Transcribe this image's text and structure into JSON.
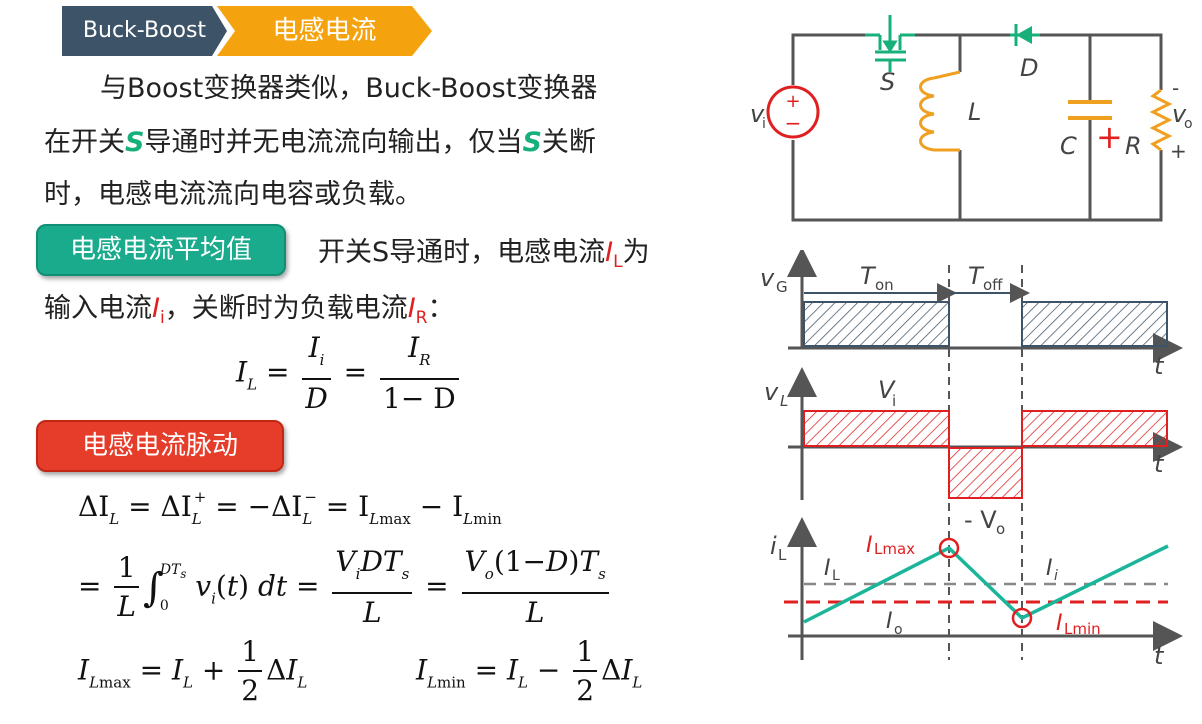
{
  "header": {
    "tag_topic": "Buck-Boost",
    "tag_title": "电感电流"
  },
  "intro": {
    "line1": "与Boost变换器类似，Buck-Boost变换器",
    "line2_a": "在开关",
    "line2_s1": "S",
    "line2_b": "导通时并无电流流向输出，仅当",
    "line2_s2": "S",
    "line2_c": "关断",
    "line3": "时，电感电流流向电容或负载。"
  },
  "avg": {
    "pill": "电感电流平均值",
    "text_a": "开关S导通时，电感电流",
    "il_I": "I",
    "il_sub": "L",
    "text_b": "为",
    "line2_a": "输入电流",
    "ii_I": "I",
    "ii_sub": "i",
    "line2_b": "，关断时为负载电流",
    "ir_I": "I",
    "ir_sub": "R",
    "line2_c": "："
  },
  "formula1": {
    "lhs": "I",
    "lhs_sub": "L",
    "eq": "=",
    "f1_num": "I",
    "f1_num_sub": "i",
    "f1_den": "D",
    "f2_num": "I",
    "f2_num_sub": "R",
    "f2_den": "1− D"
  },
  "ripple": {
    "pill": "电感电流脉动",
    "line1": "ΔI_L = ΔI_L^+ = −ΔI_L^− = I_Lmax − I_Lmin",
    "line2": "= 1/L ∫_0^{DT_s} v_i(t) dt = V_i D T_s / L = V_o(1−D)T_s / L",
    "line3a": "I_Lmax = I_L + 1/2 ΔI_L",
    "line3b": "I_Lmin = I_L − 1/2 ΔI_L"
  },
  "circuit": {
    "label_vi": "v",
    "label_vi_sub": "i",
    "label_S": "S",
    "label_D": "D",
    "label_L": "L",
    "label_C": "C",
    "label_R": "R",
    "label_vo": "v",
    "label_vo_sub": "o",
    "vo_minus": "-",
    "vo_plus": "+",
    "cap_plus": "+",
    "src_plus": "+",
    "src_minus": "−",
    "colors": {
      "wire": "#555555",
      "switch": "#18b07a",
      "inductor": "#f0a020",
      "capacitor": "#f0a020",
      "source": "#e02020"
    }
  },
  "waveforms": {
    "vg": {
      "label": "v",
      "label_sub": "G",
      "t": "t",
      "ton": "T",
      "ton_sub": "on",
      "toff": "T",
      "toff_sub": "off"
    },
    "vl": {
      "label": "v",
      "label_sub": "L",
      "t": "t",
      "vi": "V",
      "vi_sub": "i",
      "neg_vo": "- V",
      "neg_vo_sub": "o"
    },
    "il": {
      "label": "i",
      "label_sub": "L",
      "t": "t",
      "IL": "I",
      "IL_sub": "L",
      "Ii": "I",
      "Ii_sub": "i",
      "Io": "I",
      "Io_sub": "o",
      "Ilmax": "I",
      "Ilmax_sub": "Lmax",
      "Ilmin": "I",
      "Ilmin_sub": "Lmin"
    },
    "colors": {
      "vg": "#3d5368",
      "vl": "#e02020",
      "il": "#1bb59a",
      "avg_il": "#888888",
      "avg_io": "#e02020"
    }
  }
}
